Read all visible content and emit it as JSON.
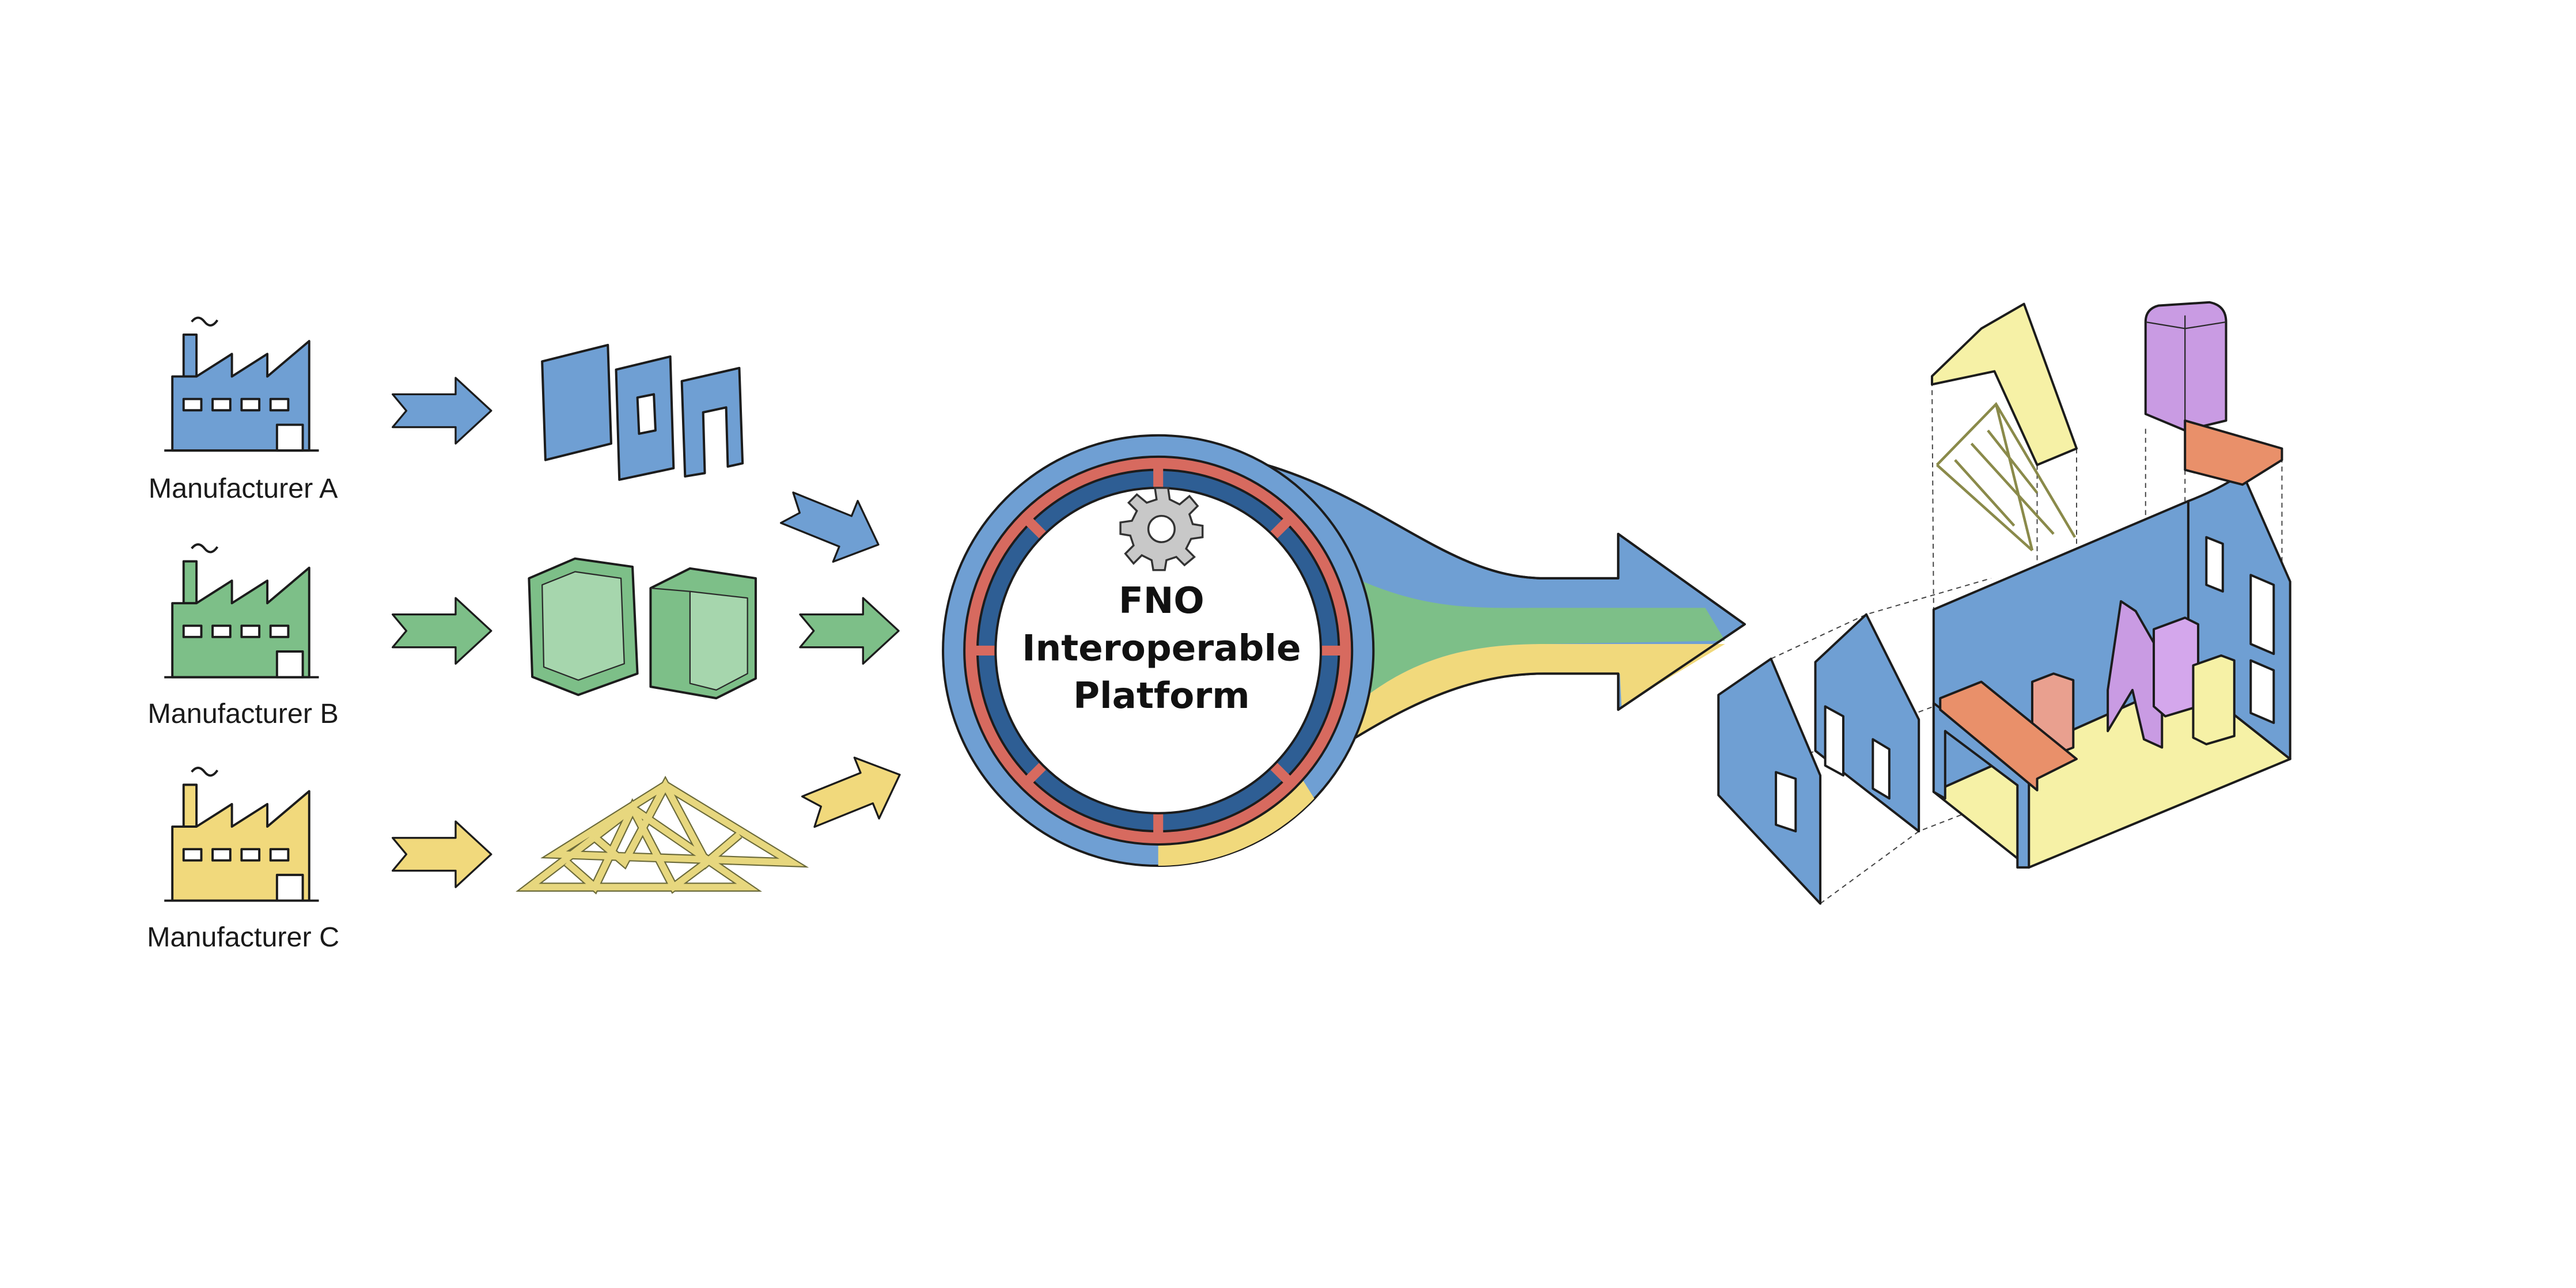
{
  "manufacturers": [
    {
      "label": "Manufacturer A",
      "color": "#6f9fd3",
      "product": "wall-panels"
    },
    {
      "label": "Manufacturer B",
      "color": "#7dbf88",
      "product": "volumetric-pods"
    },
    {
      "label": "Manufacturer C",
      "color": "#f1d97c",
      "product": "roof-trusses"
    }
  ],
  "platform": {
    "line1": "FNO",
    "line2": "Interoperable",
    "line3": "Platform",
    "ring_red": "#d76a5f",
    "ring_dark": "#2e5e94"
  },
  "output": {
    "icon": "assembled-house-exploded-view"
  }
}
